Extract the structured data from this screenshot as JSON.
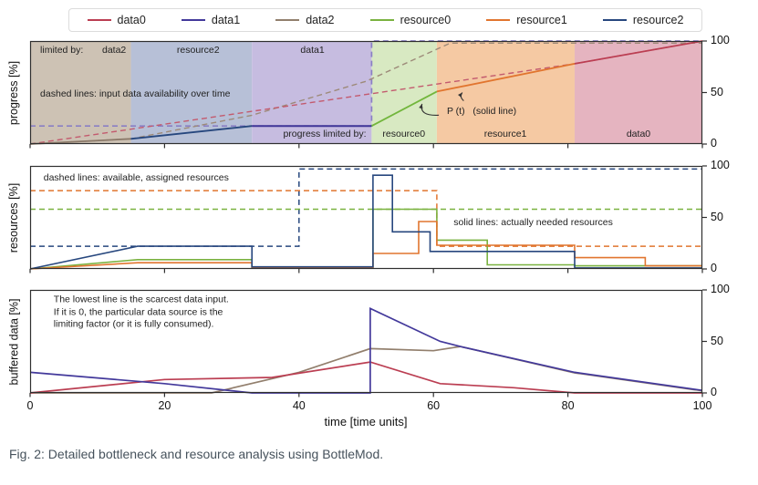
{
  "caption": "Fig. 2: Detailed bottleneck and resource analysis using BottleMod.",
  "legend": {
    "items": [
      {
        "label": "data0",
        "color": "#bb3e52"
      },
      {
        "label": "data1",
        "color": "#43399b"
      },
      {
        "label": "data2",
        "color": "#927f6d"
      },
      {
        "label": "resource0",
        "color": "#7ab240"
      },
      {
        "label": "resource1",
        "color": "#e1752f"
      },
      {
        "label": "resource2",
        "color": "#27477e"
      }
    ]
  },
  "axes": {
    "x_label": "time [time units]",
    "x_ticks": [
      0,
      20,
      40,
      60,
      80,
      100
    ],
    "y_ticks": [
      0,
      50,
      100
    ],
    "xlim": [
      0,
      100
    ],
    "ylim": [
      0,
      100
    ]
  },
  "chart_data": [
    {
      "type": "line",
      "name": "progress",
      "ylabel": "progress [%]",
      "xlim": [
        0,
        100
      ],
      "ylim": [
        0,
        100
      ],
      "bands": [
        {
          "label": "data2",
          "from": 0,
          "to": 15,
          "color": "#cdc2b4"
        },
        {
          "label": "resource2",
          "from": 15,
          "to": 33,
          "color": "#b7c0d7"
        },
        {
          "label": "data1",
          "from": 33,
          "to": 50.8,
          "color": "#c6bce0"
        },
        {
          "label": "resource0",
          "from": 50.8,
          "to": 60.5,
          "color": "#d8e9c2"
        },
        {
          "label": "resource1",
          "from": 60.5,
          "to": 81,
          "color": "#f5c9a3"
        },
        {
          "label": "data0",
          "from": 81,
          "to": 100,
          "color": "#e5b4c0"
        }
      ],
      "series": [
        {
          "name": "data1-availability-dashed",
          "style": "dashed",
          "color": "#8a7fc4",
          "width": 1.7,
          "points": [
            [
              0,
              17.5
            ],
            [
              50.8,
              17.5
            ],
            [
              50.8,
              100
            ],
            [
              100,
              100
            ]
          ]
        },
        {
          "name": "data2-availability-dashed",
          "style": "dashed",
          "color": "#9d8a79",
          "width": 1.4,
          "points": [
            [
              0,
              0
            ],
            [
              15,
              5
            ],
            [
              33,
              28
            ],
            [
              50,
              61
            ],
            [
              62.5,
              98
            ],
            [
              100,
              98
            ]
          ]
        },
        {
          "name": "data0-availability-dashed",
          "style": "dashed",
          "color": "#c35a6e",
          "width": 1.4,
          "points": [
            [
              0,
              0
            ],
            [
              81,
              78
            ],
            [
              100,
              100
            ]
          ]
        },
        {
          "name": "P-segment-data2",
          "style": "solid",
          "color": "#8a7868",
          "width": 1.8,
          "points": [
            [
              0,
              0
            ],
            [
              15,
              5
            ]
          ]
        },
        {
          "name": "P-segment-resource2",
          "style": "solid",
          "color": "#27477e",
          "width": 1.8,
          "points": [
            [
              15,
              5
            ],
            [
              33,
              17.5
            ]
          ]
        },
        {
          "name": "P-segment-data1",
          "style": "solid",
          "color": "#3f3597",
          "width": 2.0,
          "points": [
            [
              33,
              17.5
            ],
            [
              50.8,
              17.5
            ]
          ]
        },
        {
          "name": "P-segment-resource0",
          "style": "solid",
          "color": "#72b63c",
          "width": 1.8,
          "points": [
            [
              50.8,
              17.5
            ],
            [
              60.5,
              51
            ]
          ]
        },
        {
          "name": "P-segment-resource1",
          "style": "solid",
          "color": "#e1752f",
          "width": 1.8,
          "points": [
            [
              60.5,
              51
            ],
            [
              81,
              78
            ]
          ]
        },
        {
          "name": "P-segment-data0",
          "style": "solid",
          "color": "#bb3e52",
          "width": 1.8,
          "points": [
            [
              81,
              78
            ],
            [
              100,
              100
            ]
          ]
        }
      ],
      "annotations": [
        {
          "text": "limited by:",
          "x": 1.5,
          "y": 90,
          "align": "left"
        },
        {
          "text": "data2",
          "x": 12.5,
          "y": 90,
          "align": "center"
        },
        {
          "text": "resource2",
          "x": 25,
          "y": 90,
          "align": "center"
        },
        {
          "text": "data1",
          "x": 42,
          "y": 90,
          "align": "center"
        },
        {
          "text": "dashed lines: input data availability over time",
          "x": 1.5,
          "y": 48,
          "align": "left"
        },
        {
          "text": "progress limited by:",
          "x": 50,
          "y": 9,
          "align": "right"
        },
        {
          "text": "resource0",
          "x": 55.6,
          "y": 9,
          "align": "center"
        },
        {
          "text": "resource1",
          "x": 70.7,
          "y": 9,
          "align": "center"
        },
        {
          "text": "data0",
          "x": 90.5,
          "y": 9,
          "align": "center"
        },
        {
          "text": "P (t)   (solid line)",
          "x": 62,
          "y": 31,
          "align": "left"
        }
      ],
      "arrows": [
        {
          "from": [
            60.8,
            28
          ],
          "ctrl": [
            57.8,
            27
          ],
          "to": [
            58.3,
            39
          ]
        },
        {
          "from": [
            64.5,
            42
          ],
          "ctrl": [
            63.8,
            46
          ],
          "to": [
            64.3,
            50
          ]
        }
      ]
    },
    {
      "type": "line",
      "name": "resources",
      "ylabel": "resources [%]",
      "xlim": [
        0,
        100
      ],
      "ylim": [
        0,
        100
      ],
      "bands": [],
      "series": [
        {
          "name": "assigned-resource2-dashed",
          "style": "dashed",
          "color": "#27477e",
          "width": 1.5,
          "points": [
            [
              0,
              22
            ],
            [
              40,
              22
            ],
            [
              40,
              97
            ],
            [
              100,
              97
            ]
          ]
        },
        {
          "name": "assigned-resource1-dashed",
          "style": "dashed",
          "color": "#e1752f",
          "width": 1.5,
          "points": [
            [
              0,
              76
            ],
            [
              60.5,
              76
            ],
            [
              60.5,
              22
            ],
            [
              100,
              22
            ]
          ]
        },
        {
          "name": "assigned-resource0-dashed",
          "style": "dashed",
          "color": "#7ab240",
          "width": 1.5,
          "points": [
            [
              0,
              58
            ],
            [
              100,
              58
            ]
          ]
        },
        {
          "name": "needed-resource0",
          "style": "solid",
          "color": "#7ab240",
          "width": 1.6,
          "points": [
            [
              0,
              0
            ],
            [
              16,
              9
            ],
            [
              33,
              9
            ],
            [
              33,
              1.5
            ],
            [
              51,
              1.5
            ],
            [
              51,
              58
            ],
            [
              60.5,
              58
            ],
            [
              60.5,
              28
            ],
            [
              68,
              28
            ],
            [
              68,
              4
            ],
            [
              81,
              4
            ],
            [
              81,
              3
            ],
            [
              100,
              3
            ]
          ]
        },
        {
          "name": "needed-resource1",
          "style": "solid",
          "color": "#e1752f",
          "width": 1.6,
          "points": [
            [
              0,
              0
            ],
            [
              16,
              6
            ],
            [
              33,
              6
            ],
            [
              33,
              1
            ],
            [
              51,
              1
            ],
            [
              51,
              15
            ],
            [
              57.8,
              15
            ],
            [
              57.8,
              46
            ],
            [
              60.5,
              46
            ],
            [
              60.5,
              23
            ],
            [
              81,
              23
            ],
            [
              81,
              11
            ],
            [
              91.5,
              11
            ],
            [
              91.5,
              3
            ],
            [
              100,
              3
            ]
          ]
        },
        {
          "name": "needed-resource2",
          "style": "solid",
          "color": "#27477e",
          "width": 1.6,
          "points": [
            [
              0,
              0
            ],
            [
              16,
              22
            ],
            [
              33,
              22
            ],
            [
              33,
              2
            ],
            [
              51,
              2
            ],
            [
              51,
              91
            ],
            [
              53.9,
              91
            ],
            [
              53.9,
              36
            ],
            [
              59.5,
              36
            ],
            [
              59.5,
              17
            ],
            [
              81,
              17
            ],
            [
              81,
              1
            ],
            [
              100,
              1
            ]
          ]
        }
      ],
      "annotations": [
        {
          "text": "dashed lines: available, assigned resources",
          "x": 2,
          "y": 88,
          "align": "left"
        },
        {
          "text": "solid lines: actually needed resources",
          "x": 63,
          "y": 44,
          "align": "left"
        }
      ],
      "arrows": []
    },
    {
      "type": "line",
      "name": "buffered-data",
      "ylabel": "buffered data [%]",
      "xlim": [
        0,
        100
      ],
      "ylim": [
        0,
        100
      ],
      "bands": [],
      "series": [
        {
          "name": "data2-buffer",
          "style": "solid",
          "color": "#927f6d",
          "width": 1.7,
          "points": [
            [
              0,
              0
            ],
            [
              27,
              0
            ],
            [
              40,
              20
            ],
            [
              50.6,
              43
            ],
            [
              60,
              41
            ],
            [
              64,
              45
            ],
            [
              81,
              19.5
            ],
            [
              100,
              2
            ]
          ]
        },
        {
          "name": "data0-buffer",
          "style": "solid",
          "color": "#bb3e52",
          "width": 1.7,
          "points": [
            [
              0,
              0
            ],
            [
              20,
              13
            ],
            [
              36,
              15
            ],
            [
              50.6,
              30
            ],
            [
              61,
              9
            ],
            [
              72,
              5
            ],
            [
              81,
              0
            ],
            [
              100,
              0
            ]
          ]
        },
        {
          "name": "data1-buffer",
          "style": "solid",
          "color": "#43399b",
          "width": 1.7,
          "points": [
            [
              0,
              20
            ],
            [
              20,
              9
            ],
            [
              33,
              0
            ],
            [
              50.6,
              0
            ],
            [
              50.6,
              82
            ],
            [
              61,
              50
            ],
            [
              64,
              45
            ],
            [
              81,
              20
            ],
            [
              100,
              2.5
            ]
          ]
        }
      ],
      "annotations": [
        {
          "text": "The lowest line is the scarcest data input.\nIf it is 0, the particular data source is the\nlimiting factor (or it is fully consumed).",
          "x": 3.5,
          "y": 78,
          "align": "left",
          "multiline": true
        }
      ],
      "arrows": []
    }
  ]
}
